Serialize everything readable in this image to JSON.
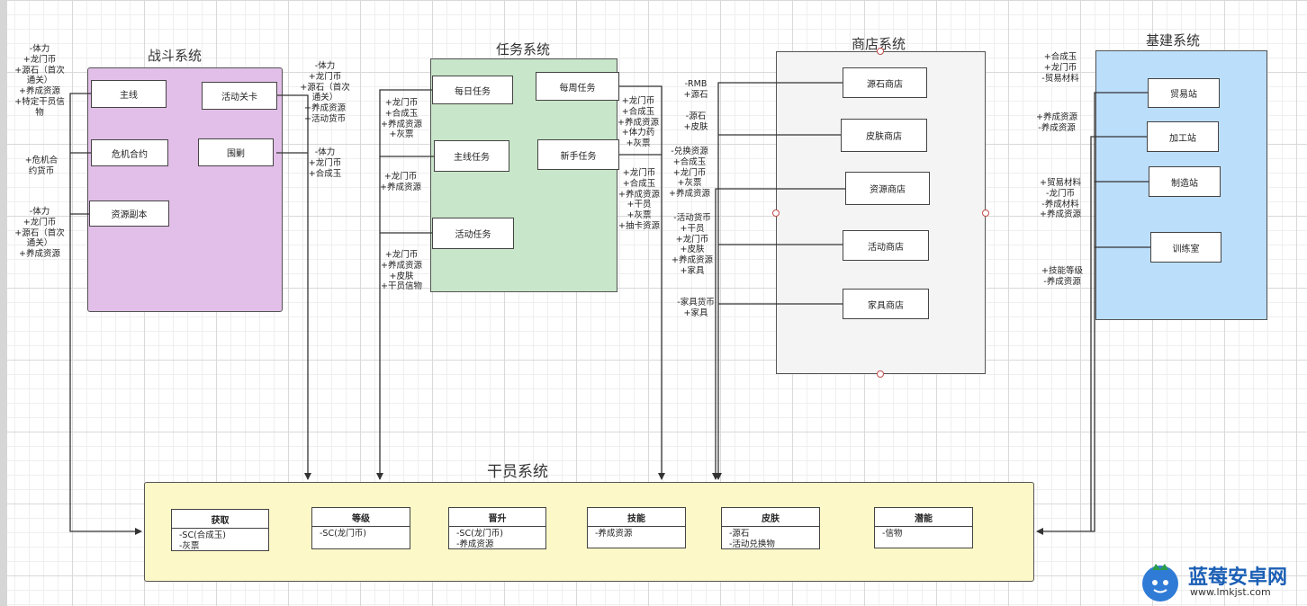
{
  "colors": {
    "combat_fill": "#e2bfe8",
    "task_fill": "#c8e6c9",
    "shop_fill": "#f4f4f4",
    "base_fill": "#bbdefb",
    "operator_fill": "#fdf8c8",
    "port_stroke": "#c24b4b"
  },
  "combat": {
    "title": "战斗系统",
    "boxes": [
      "主线",
      "活动关卡",
      "危机合约",
      "围剿",
      "资源副本"
    ]
  },
  "task": {
    "title": "任务系统",
    "boxes": [
      "每日任务",
      "每周任务",
      "主线任务",
      "新手任务",
      "活动任务"
    ]
  },
  "shop": {
    "title": "商店系统",
    "boxes": [
      "源石商店",
      "皮肤商店",
      "资源商店",
      "活动商店",
      "家具商店"
    ]
  },
  "base": {
    "title": "基建系统",
    "boxes": [
      "贸易站",
      "加工站",
      "制造站",
      "训练室"
    ]
  },
  "operator": {
    "title": "干员系统",
    "classes": [
      {
        "name": "获取",
        "body": "-SC(合成玉)\n-灰票"
      },
      {
        "name": "等级",
        "body": "-SC(龙门币)"
      },
      {
        "name": "晋升",
        "body": "-SC(龙门币)\n-养成资源"
      },
      {
        "name": "技能",
        "body": "-养成资源"
      },
      {
        "name": "皮肤",
        "body": "-源石\n-活动兑换物"
      },
      {
        "name": "潜能",
        "body": "-信物"
      }
    ]
  },
  "notes": {
    "combat_main": "-体力\n+龙门币\n+源石（首次\n通关）\n+养成资源\n+特定干员信\n物",
    "combat_crisis": "+危机合\n约货币",
    "combat_resource": "-体力\n+龙门币\n+源石（首次\n通关）\n+养成资源",
    "combat_event": "-体力\n+龙门币\n+源石（首次\n通关）\n+养成资源\n+活动货币",
    "combat_annihilation": "-体力\n+龙门币\n+合成玉",
    "task_daily": "+龙门币\n+合成玉\n+养成资源\n+灰票",
    "task_main": "+龙门币\n+养成资源",
    "task_event": "+龙门币\n+养成资源\n+皮肤\n+干员信物",
    "task_weekly": "+龙门币\n+合成玉\n+养成资源\n+体力药\n+灰票",
    "task_newbie": "+龙门币\n+合成玉\n+养成资源\n+干员\n+灰票\n+抽卡资源",
    "shop_originium": "-RMB\n+源石",
    "shop_skin": "-源石\n+皮肤",
    "shop_resource": "-兑换资源\n+合成玉\n+龙门币\n+灰票\n+养成资源",
    "shop_event": "-活动货币\n+干员\n+龙门币\n+皮肤\n+养成资源\n+家具",
    "shop_furniture": "-家具货币\n+家具",
    "base_trade": "+合成玉\n+龙门币\n-贸易材料",
    "base_workshop": "+养成资源\n-养成资源",
    "base_factory": "+贸易材料\n-龙门币\n-养成材料\n+养成资源",
    "base_training": "+技能等级\n-养成资源"
  },
  "watermark": {
    "name": "蓝莓安卓网",
    "url": "www.lmkjst.com"
  }
}
